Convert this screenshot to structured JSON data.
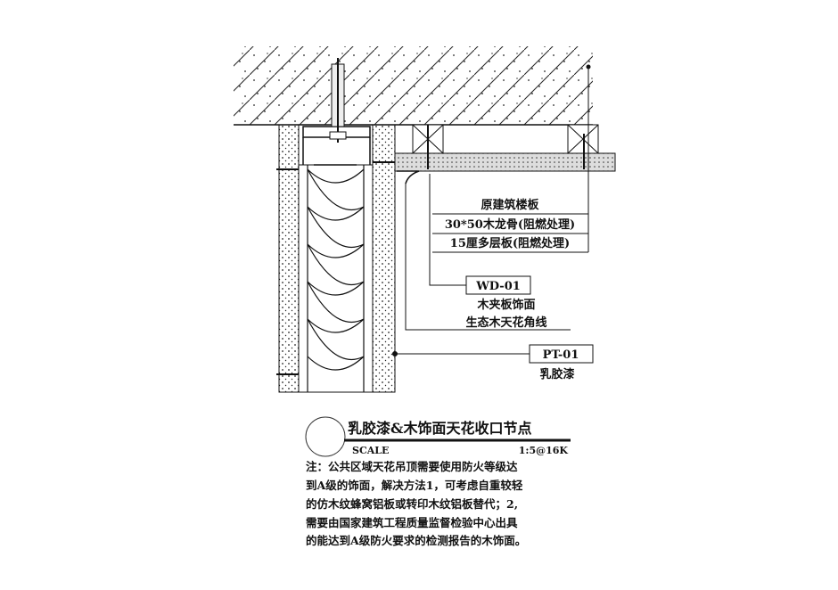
{
  "labels": {
    "floor_slab": "原建筑楼板",
    "keel": "30*50木龙骨(阻燃处理)",
    "plywood": "15厘多层板(阻燃处理)",
    "wd_tag": "WD-01",
    "wd_desc": "木夹板饰面",
    "cornice": "生态木天花角线",
    "pt_tag": "PT-01",
    "pt_desc": "乳胶漆"
  },
  "title_block": {
    "title": "乳胶漆&木饰面天花收口节点",
    "scale_label": "SCALE",
    "scale_value": "1:5@16K"
  },
  "notes": [
    "注：公共区域天花吊顶需要使用防火等级达",
    "到A级的饰面，解决方法1，可考虑自重较轻",
    "的仿木纹蜂窝铝板或转印木纹铝板替代；2,",
    "需要由国家建筑工程质量监督检验中心出具",
    "的能达到A级防火要求的检测报告的木饰面。"
  ]
}
